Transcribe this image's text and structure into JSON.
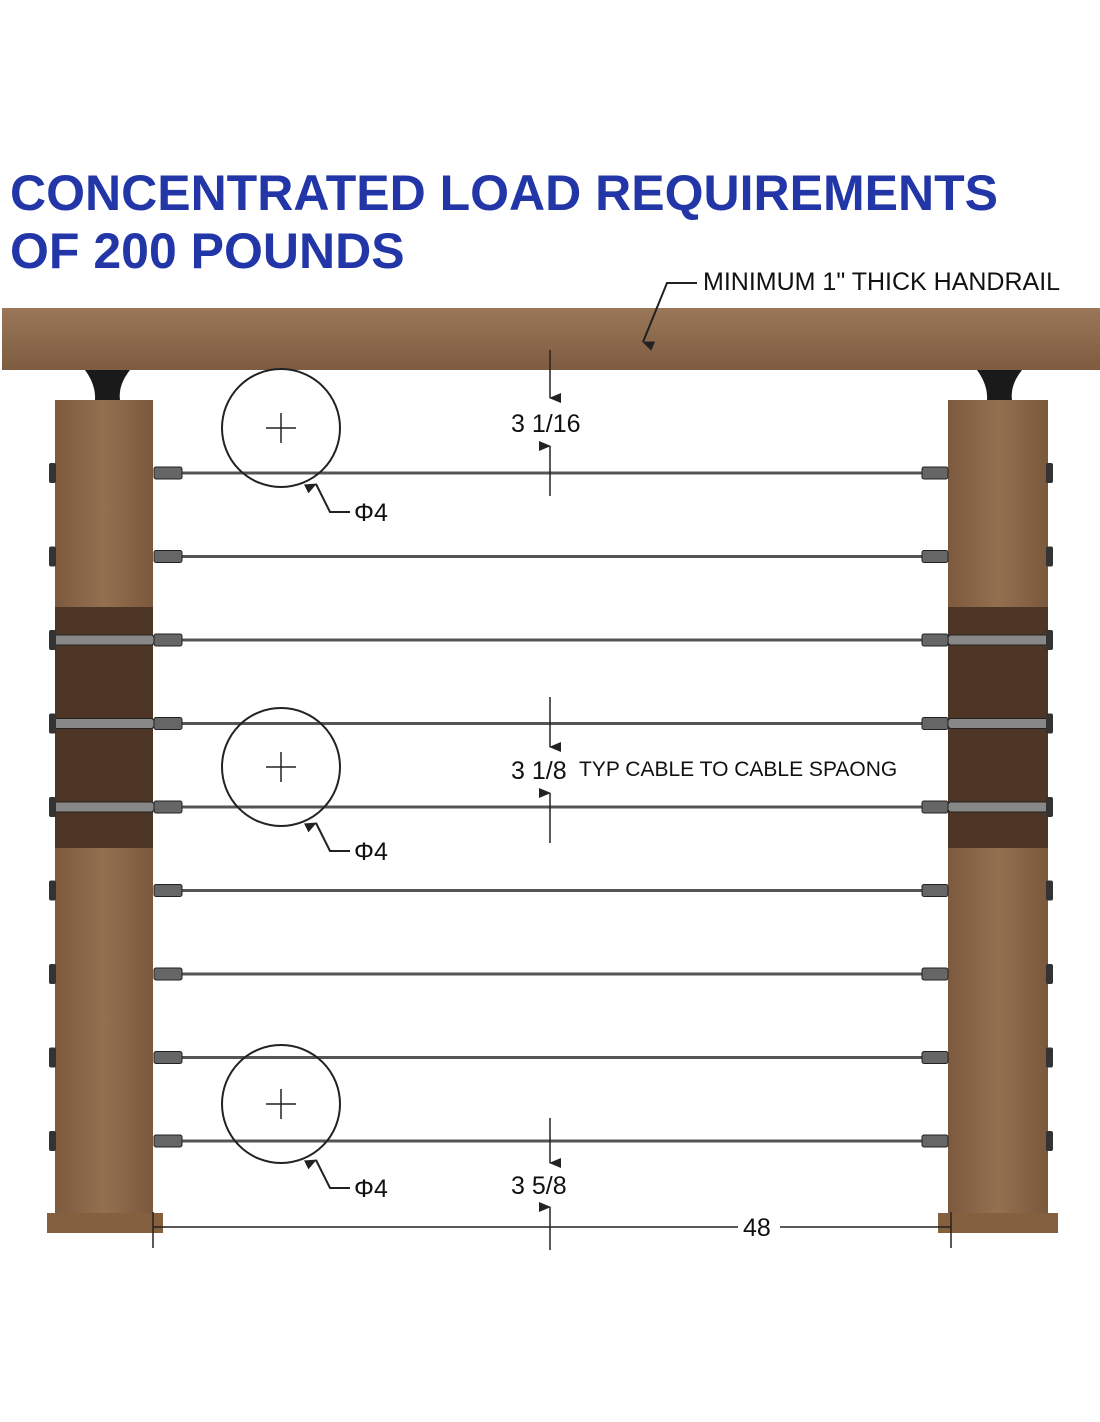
{
  "title": {
    "line1": "CONCENTRATED LOAD REQUIREMENTS",
    "line2": "OF 200 POUNDS"
  },
  "labels": {
    "handrail": "MINIMUM 1\" THICK HANDRAIL",
    "top_gap": "3 1/16",
    "typ_spacing_value": "3 1/8",
    "typ_spacing_text": "TYP CABLE TO CABLE SPAONG",
    "bottom_gap": "3 5/8",
    "width": "48",
    "sphere_1": "Φ4",
    "sphere_2": "Φ4",
    "sphere_3": "Φ4"
  },
  "cable_count": 9,
  "colors": {
    "title": "#2236a8",
    "wood": "#8a6446",
    "wood_dark": "#4e3626",
    "handrail": "#8d6a4c"
  }
}
